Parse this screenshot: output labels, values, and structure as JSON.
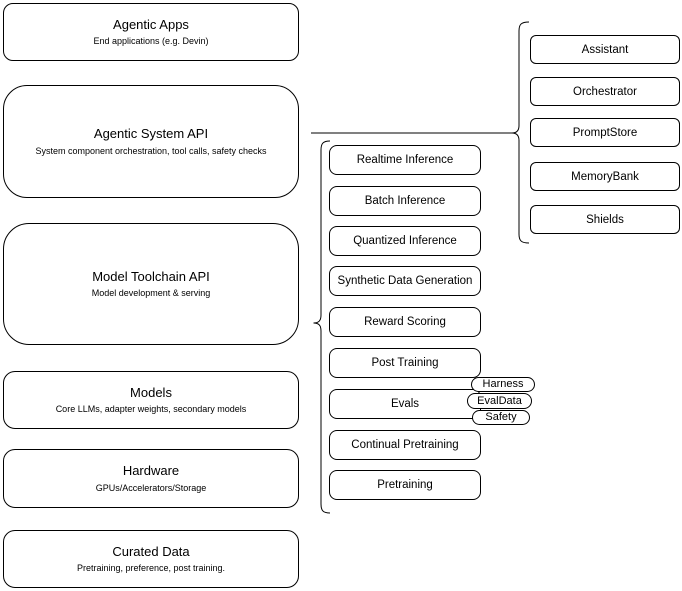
{
  "diagram_title": "Agentic system stack diagram",
  "colors": {
    "stroke": "#000000",
    "background": "#ffffff",
    "text": "#000000"
  },
  "left_column": {
    "items": [
      {
        "label": "Agentic Apps",
        "sublabel": "End applications (e.g. Devin)"
      },
      {
        "label": "Agentic System API",
        "sublabel": "System component orchestration, tool calls, safety checks"
      },
      {
        "label": "Model Toolchain API",
        "sublabel": "Model development & serving"
      },
      {
        "label": "Models",
        "sublabel": "Core LLMs, adapter weights, secondary models"
      },
      {
        "label": "Hardware",
        "sublabel": "GPUs/Accelerators/Storage"
      },
      {
        "label": "Curated Data",
        "sublabel": "Pretraining, preference, post training."
      }
    ]
  },
  "toolchain_column": {
    "items": [
      {
        "label": "Realtime Inference"
      },
      {
        "label": "Batch Inference"
      },
      {
        "label": "Quantized Inference"
      },
      {
        "label": "Synthetic Data Generation"
      },
      {
        "label": "Reward Scoring"
      },
      {
        "label": "Post Training"
      },
      {
        "label": "Evals"
      },
      {
        "label": "Continual Pretraining"
      },
      {
        "label": "Pretraining"
      }
    ]
  },
  "agentic_system_column": {
    "items": [
      {
        "label": "Assistant"
      },
      {
        "label": "Orchestrator"
      },
      {
        "label": "PromptStore"
      },
      {
        "label": "MemoryBank"
      },
      {
        "label": "Shields"
      }
    ]
  },
  "evals_tags": {
    "items": [
      {
        "label": "Harness"
      },
      {
        "label": "EvalData"
      },
      {
        "label": "Safety"
      }
    ]
  }
}
